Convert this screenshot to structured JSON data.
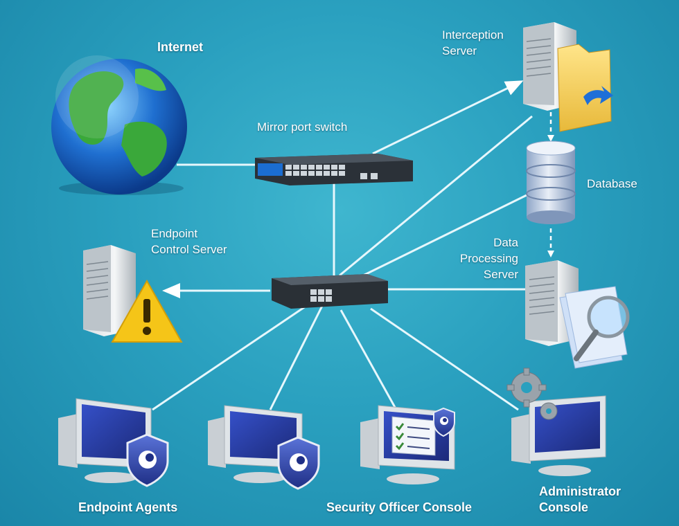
{
  "labels": {
    "internet": "Internet",
    "mirror_switch": "Mirror port switch",
    "interception_line1": "Interception",
    "interception_line2": "Server",
    "database": "Database",
    "dps_line1": "Data",
    "dps_line2": "Processing",
    "dps_line3": "Server",
    "endpoint_control_line1": "Endpoint",
    "endpoint_control_line2": "Control Server",
    "endpoint_agents": "Endpoint Agents",
    "security_officer_console": "Security Officer Console",
    "admin_line1": "Administrator",
    "admin_line2": "Console"
  },
  "icons": {
    "internet": "globe-icon",
    "mirror_switch": "network-switch-icon",
    "core_switch": "network-switch-icon",
    "interception_server": "server-tower-icon",
    "interception_folder": "folder-icon",
    "database": "database-cylinder-icon",
    "dps_server": "server-tower-icon",
    "dps_magnifier": "magnifier-icon",
    "endpoint_control_server": "server-tower-icon",
    "warning": "warning-triangle-icon",
    "shield": "shield-icon",
    "checklist": "checklist-icon",
    "gears": "gears-icon",
    "monitor": "monitor-icon"
  },
  "colors": {
    "background": "#2aa0bf",
    "link_line": "#dff4fb",
    "warning": "#f5c518",
    "monitor_screen": "#2b3fa0"
  }
}
